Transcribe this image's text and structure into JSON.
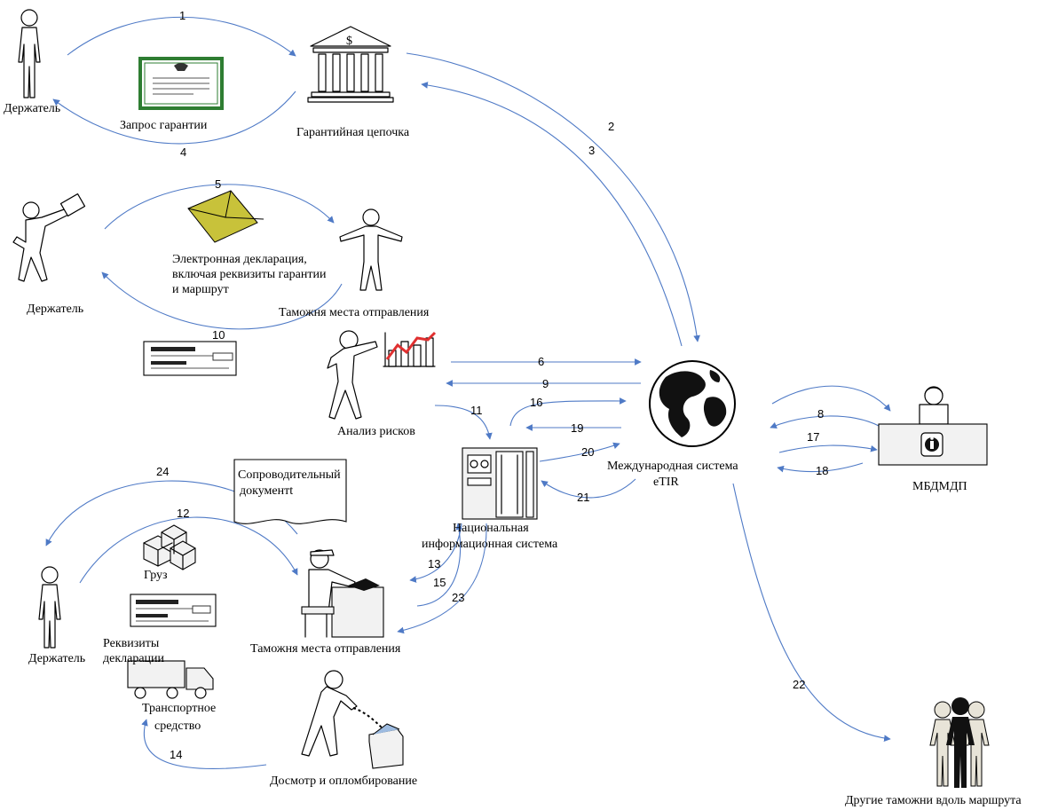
{
  "labels": {
    "holder_1": "Держатель",
    "guarantee_request": "Запрос гарантии",
    "guarantee_chain": "Гарантийная цепочка",
    "holder_2": "Держатель",
    "edecl_line1": "Электронная декларация,",
    "edecl_line2": "включая реквизиты гарантии",
    "edecl_line3": "и маршрут",
    "customs_departure_1": "Таможня места отправления",
    "risk_analysis": "Анализ рисков",
    "etir_line1": "Международная система",
    "etir_line2": "eTIR",
    "itdb": "МБДМДП",
    "nis_line1": "Национальная",
    "nis_line2": "информационная система",
    "accomp_line1": "Сопроводительный",
    "accomp_line2": "документt",
    "cargo": "Груз",
    "decl_details_line1": "Реквизиты",
    "decl_details_line2": "декларации",
    "holder_3": "Держатель",
    "customs_departure_2": "Таможня места отправления",
    "vehicle_line1": "Транспортное",
    "vehicle_line2": "средство",
    "inspection": "Досмотр и опломбирование",
    "other_customs": "Другие таможни вдоль маршрута"
  },
  "icons": {
    "bank_symbol": "$"
  },
  "steps": {
    "s1": "1",
    "s2": "2",
    "s3": "3",
    "s4": "4",
    "s5": "5",
    "s6": "6",
    "s8": "8",
    "s9": "9",
    "s10": "10",
    "s11": "11",
    "s12": "12",
    "s13": "13",
    "s14": "14",
    "s15": "15",
    "s16": "16",
    "s17": "17",
    "s18": "18",
    "s19": "19",
    "s20": "20",
    "s21": "21",
    "s22": "22",
    "s23": "23",
    "s24": "24"
  },
  "colors": {
    "arrow": "#4f7ac6",
    "certificate_border": "#2e7d32",
    "envelope": "#c8c23a",
    "chart_line": "#e03030"
  }
}
